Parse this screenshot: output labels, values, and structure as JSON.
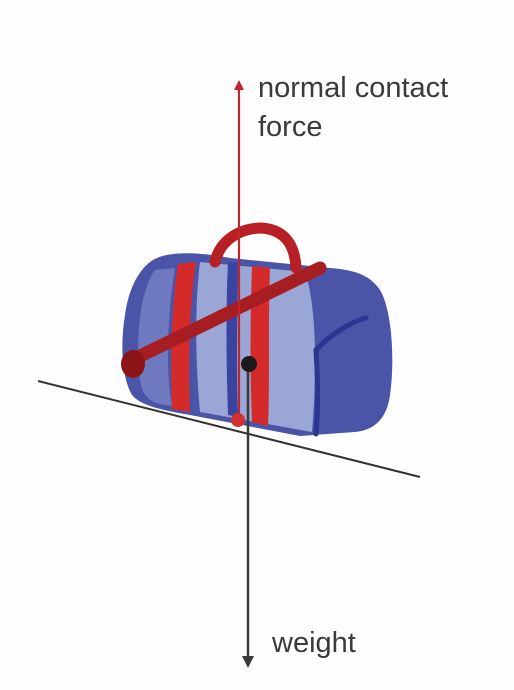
{
  "labels": {
    "normal_force_line1": "normal contact",
    "normal_force_line2": "force",
    "weight": "weight"
  },
  "colors": {
    "background": "#fefefe",
    "normal_force_arrow": "#c0272d",
    "weight_arrow": "#3a3a3a",
    "slope_line": "#333333",
    "bag_dark_blue": "#4a55a8",
    "bag_light_blue": "#9aa6d6",
    "bag_stripe_red": "#d42a2a",
    "bag_handle_red": "#b82025",
    "bag_shoulder_strap": "#a61d22",
    "centre_of_mass": "#1a1a1a",
    "contact_point": "#d43030"
  },
  "icons": {
    "bag": "duffel-bag-icon",
    "centre_of_mass": "centre-of-mass-dot",
    "contact_point": "contact-point-dot"
  }
}
